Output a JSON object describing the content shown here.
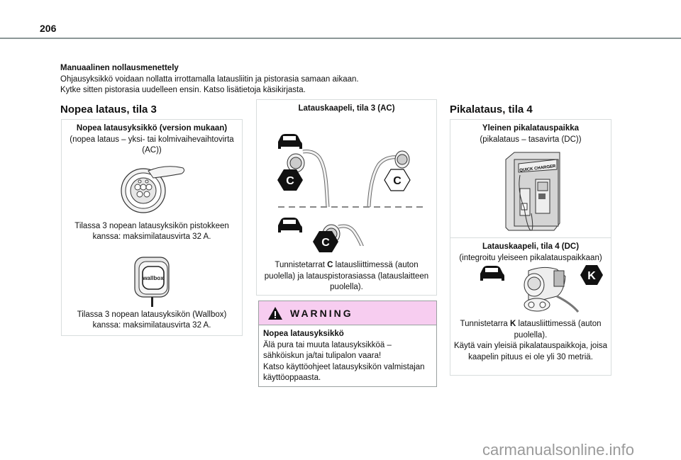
{
  "page": {
    "number": "206"
  },
  "intro": {
    "title": "Manuaalinen nollausmenettely",
    "lines": [
      "Ohjausyksikkö voidaan nollatta irrottamalla latausliitin ja pistorasia samaan aikaan.",
      "Kytke sitten pistorasia uudelleen ensin. Katso lisätietoja käsikirjasta."
    ]
  },
  "left": {
    "heading": "Nopea lataus, tila 3",
    "box": {
      "title": "Nopea latausyksikkö (version mukaan)",
      "subtitle": "(nopea lataus – yksi- tai kolmivaihevaihtovirta (AC))",
      "caption1": "Tilassa 3 nopean latausyksikön pistokkeen kanssa: maksimilatausvirta 32 A.",
      "wallbox_label": "wallbox",
      "caption2": "Tilassa 3 nopean latausyksikön (Wallbox) kanssa: maksimilatausvirta 32 A."
    }
  },
  "middle": {
    "box": {
      "title": "Latauskaapeli, tila 3 (AC)",
      "tag_letter": "C",
      "caption_pre": "Tunnistetarrat ",
      "caption_bold": "C",
      "caption_post": " latausliittimessä (auton puolella) ja latauspistorasiassa (latauslaitteen puolella)."
    },
    "warning": {
      "label": "WARNING",
      "title": "Nopea latausyksikkö",
      "lines": [
        "Älä pura tai muuta latausyksikköä – sähköiskun ja/tai tulipalon vaara!",
        "Katso käyttöohjeet latausyksikön valmistajan käyttöoppaasta."
      ]
    }
  },
  "right": {
    "heading": "Pikalataus, tila 4",
    "box": {
      "title1": "Yleinen pikalatauspaikka",
      "subtitle1": "(pikalataus – tasavirta (DC))",
      "charger_label": "QUICK CHARGER",
      "title2": "Latauskaapeli, tila 4 (DC)",
      "subtitle2": "(integroitu yleiseen pikalatauspaikkaan)",
      "tag_letter": "K",
      "caption_pre": "Tunnistetarra ",
      "caption_bold": "K",
      "caption_post": " latausliittimessä (auton puolella).",
      "caption2": "Käytä vain yleisiä pikalatauspaikkoja, joisa kaapelin pituus ei ole yli 30 metriä."
    }
  },
  "watermark": "carmanualsonline.info",
  "colors": {
    "warning_bg": "#f7cdf0",
    "rule": "#8c9797",
    "border": "#d8dddd"
  }
}
